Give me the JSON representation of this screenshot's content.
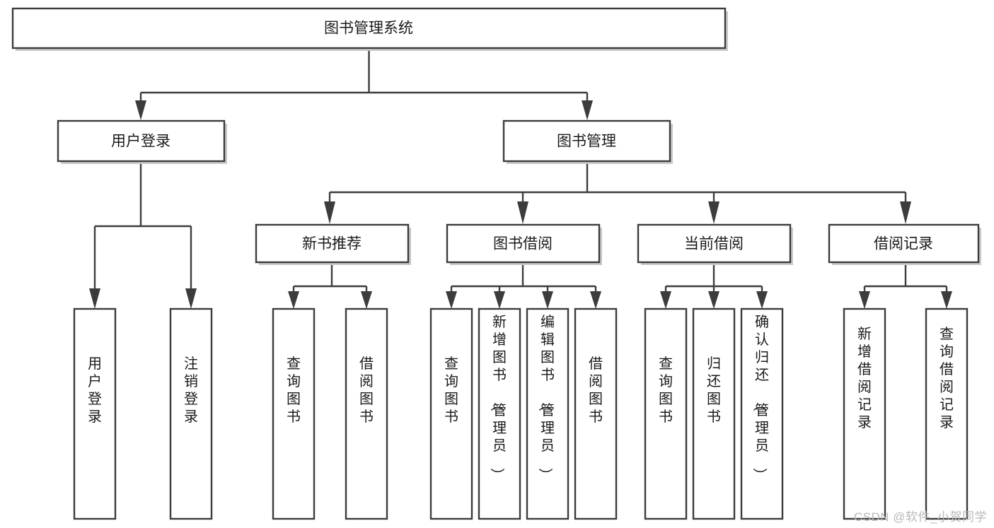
{
  "diagram": {
    "type": "tree-hierarchy",
    "title": "图书管理系统",
    "watermark": "CSDN @软件_小贺同学",
    "colors": {
      "box_stroke": "#3c3c3c",
      "box_fill": "#ffffff",
      "connector": "#3c3c3c",
      "text": "#1a1a1a",
      "background": "#ffffff",
      "watermark": "#b8b8b8"
    },
    "levels": {
      "root": {
        "label": "图书管理系统"
      },
      "level2": [
        {
          "label": "用户登录"
        },
        {
          "label": "图书管理"
        }
      ],
      "level3": [
        {
          "label": "新书推荐"
        },
        {
          "label": "图书借阅"
        },
        {
          "label": "当前借阅"
        },
        {
          "label": "借阅记录"
        }
      ],
      "leaves": {
        "user_login": [
          {
            "label": "用户登录"
          },
          {
            "label": "注销登录"
          }
        ],
        "new_book_recommend": [
          {
            "label": "查询图书"
          },
          {
            "label": "借阅图书"
          }
        ],
        "book_borrow": [
          {
            "label": "查询图书"
          },
          {
            "label": "新增图书（管理员）"
          },
          {
            "label": "编辑图书（管理员）"
          },
          {
            "label": "借阅图书"
          }
        ],
        "current_borrow": [
          {
            "label": "查询图书"
          },
          {
            "label": "归还图书"
          },
          {
            "label": "确认归还（管理员）"
          }
        ],
        "borrow_record": [
          {
            "label": "新增借阅记录"
          },
          {
            "label": "查询借阅记录"
          }
        ]
      }
    }
  }
}
